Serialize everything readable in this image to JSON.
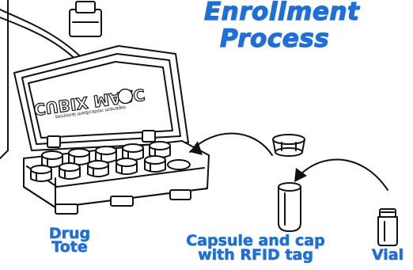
{
  "title": {
    "line1": "Enrollment",
    "line2": "Process"
  },
  "labels": {
    "drug_tote_line1": "Drug",
    "drug_tote_line2": "Tote",
    "capsule_line1": "Capsule and cap",
    "capsule_line2": "with RFID tag",
    "vial": "Vial"
  },
  "lid_logo": "CUBIX MARC",
  "lid_small_text": "personal medication manager",
  "colors": {
    "label_blue": "#1f6fd6",
    "line": "#111111"
  }
}
